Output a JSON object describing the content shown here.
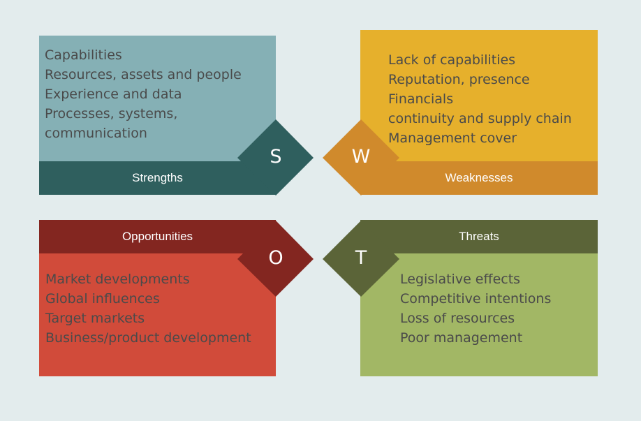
{
  "quadrants": {
    "strengths": {
      "letter": "S",
      "label": "Strengths",
      "items": [
        "Capabilities",
        "Resources, assets and people",
        "Experience and data",
        "Processes, systems,",
        "communication"
      ]
    },
    "weaknesses": {
      "letter": "W",
      "label": "Weaknesses",
      "items": [
        "Lack of capabilities",
        "Reputation, presence",
        "Financials",
        "continuity and supply chain",
        "Management cover"
      ]
    },
    "opportunities": {
      "letter": "O",
      "label": "Opportunities",
      "items": [
        "Market developments",
        "Global influences",
        "Target markets",
        "Business/product development"
      ]
    },
    "threats": {
      "letter": "T",
      "label": "Threats",
      "items": [
        "Legislative effects",
        "Competitive intentions",
        "Loss of resources",
        "Poor management"
      ]
    }
  },
  "colors": {
    "background": "#e3eced",
    "strengths_box": "#85b0b5",
    "strengths_bar": "#2f5f5e",
    "weaknesses_box": "#e6b02c",
    "weaknesses_bar": "#d08a2c",
    "opportunities_box": "#d14b3a",
    "opportunities_bar": "#832620",
    "threats_box": "#a2b765",
    "threats_bar": "#5b6438",
    "body_text": "#4a4a4a"
  }
}
